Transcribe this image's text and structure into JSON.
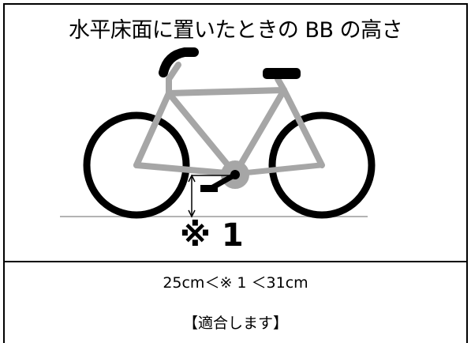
{
  "diagram": {
    "title": "水平床面に置いたときの BB の高さ",
    "mark_label": "※ 1",
    "condition": "25cm＜※ 1 ＜31cm",
    "verdict": "【適合します】",
    "colors": {
      "frame": "#a6a6a6",
      "wheel": "#000000",
      "ground": "#b3b3b3",
      "dimension": "#000000",
      "background": "#ffffff"
    }
  }
}
